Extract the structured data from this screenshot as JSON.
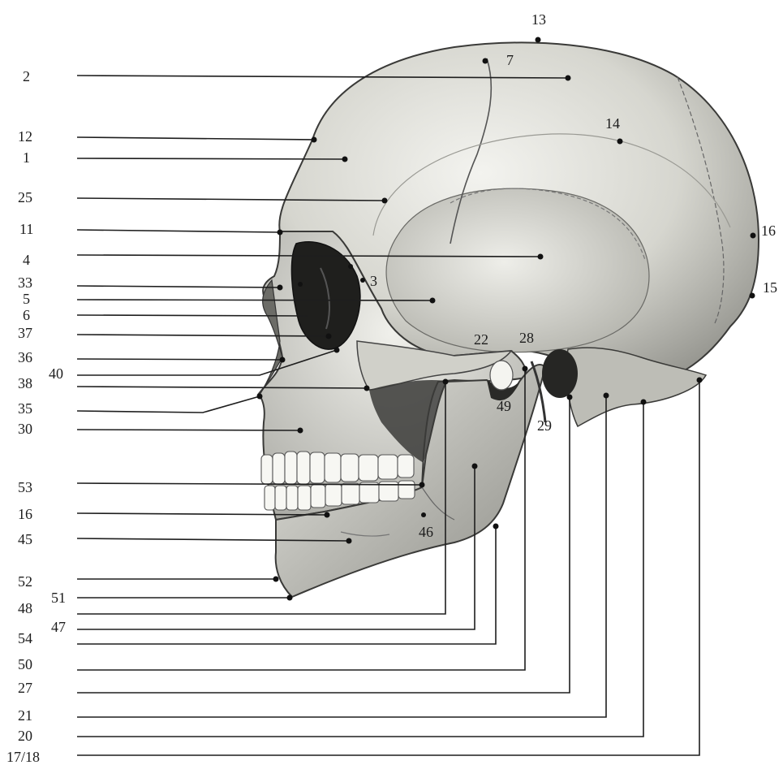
{
  "labels": {
    "l2": "2",
    "l12": "12",
    "l1": "1",
    "l25": "25",
    "l11": "11",
    "l4": "4",
    "l33": "33",
    "l5": "5",
    "l6": "6",
    "l37": "37",
    "l36": "36",
    "l40": "40",
    "l38": "38",
    "l35": "35",
    "l30": "30",
    "l53": "53",
    "l16a": "16",
    "l45": "45",
    "l52": "52",
    "l51": "51",
    "l48": "48",
    "l47": "47",
    "l54": "54",
    "l50": "50",
    "l27": "27",
    "l21": "21",
    "l20": "20",
    "l1718": "17/18",
    "l13": "13",
    "l7": "7",
    "l14": "14",
    "l16b": "16",
    "l15": "15",
    "l3": "3",
    "l22": "22",
    "l28": "28",
    "l49": "49",
    "l29": "29",
    "l46": "46"
  },
  "colors": {
    "line": "#1e1e1e",
    "bone_light": "#efefe9",
    "bone_mid": "#c9c9c2",
    "bone_dark": "#8c8c86",
    "shadow": "#2a2a28"
  }
}
